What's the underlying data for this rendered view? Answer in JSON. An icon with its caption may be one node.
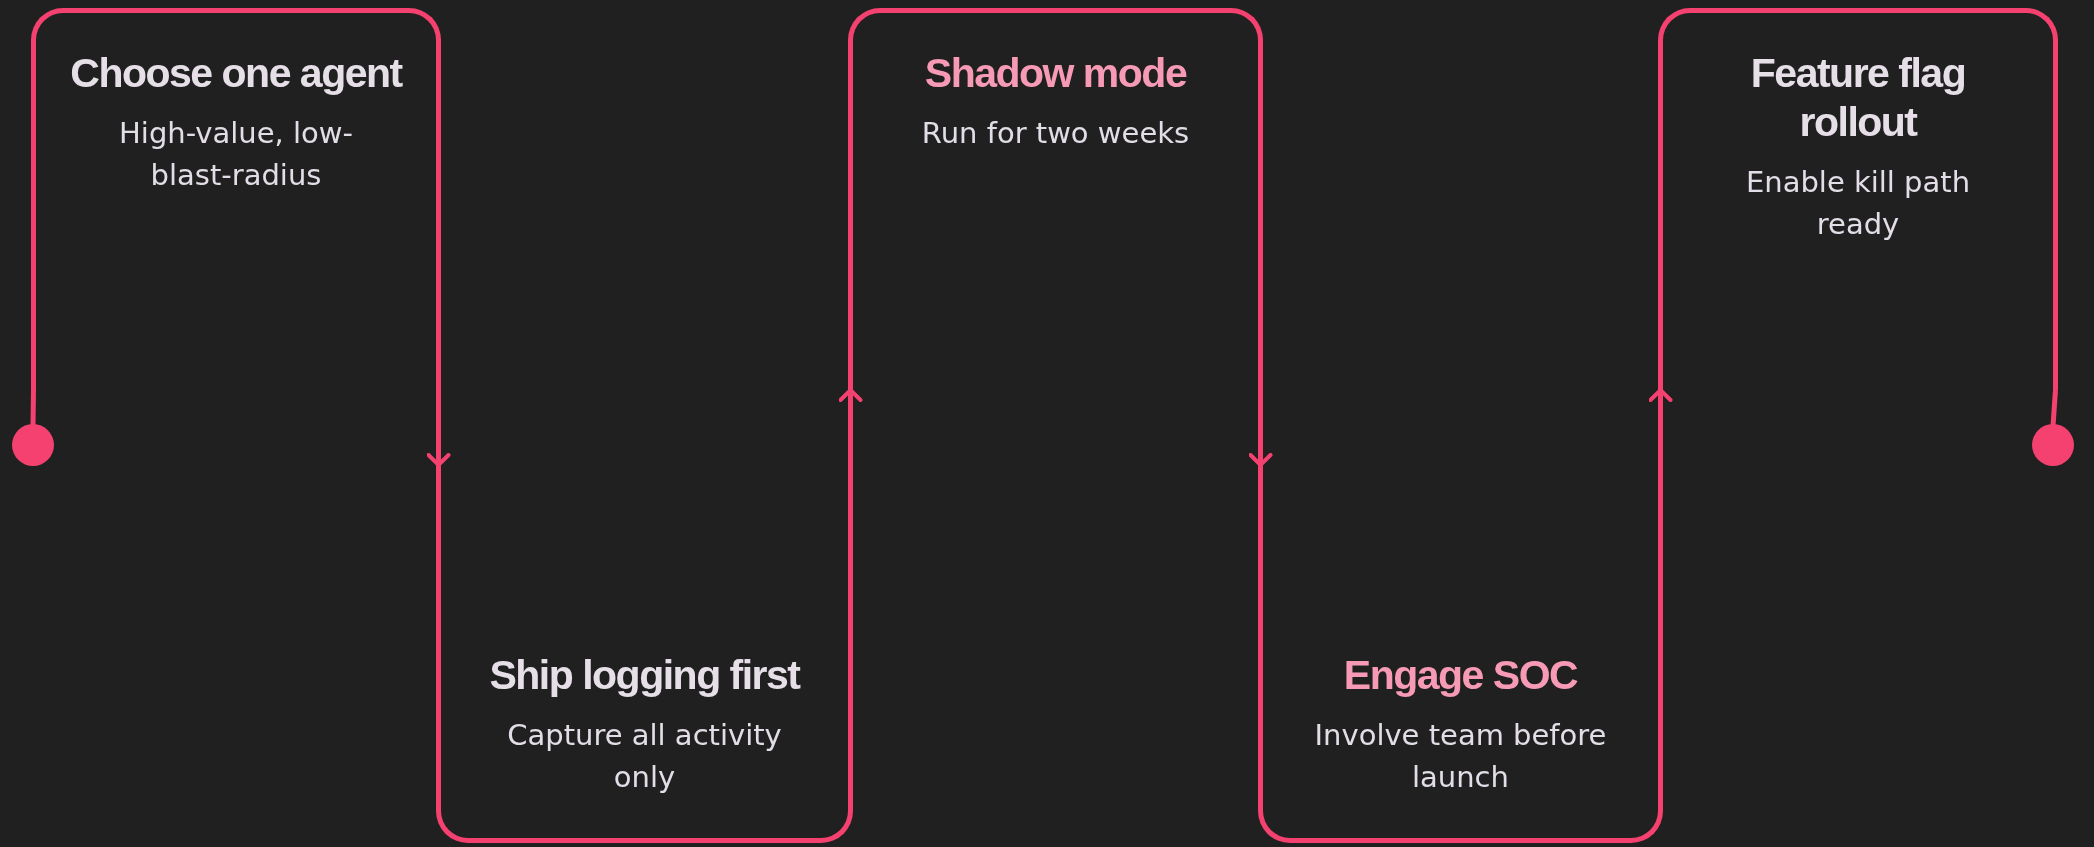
{
  "diagram": {
    "nodes": [
      {
        "text": [],
        "shape": "circle"
      },
      {
        "text": [
          "Choose one agent",
          "High-value, low-blast-radius"
        ]
      },
      {
        "text": [
          "Ship logging first",
          "Capture all activity only"
        ]
      },
      {
        "text": [
          "Shadow mode",
          "Run for two weeks"
        ]
      },
      {
        "text": [
          "Engage SOC",
          "Involve team before launch"
        ]
      },
      {
        "text": [
          "Feature flag rollout",
          "Enable kill path ready"
        ]
      },
      {
        "text": [],
        "shape": "circle"
      }
    ],
    "edges": [
      {
        "from": 0,
        "to": 1,
        "arrow": "none"
      },
      {
        "from": 1,
        "to": 2,
        "arrow": "to"
      },
      {
        "from": 2,
        "to": 3,
        "arrow": "to"
      },
      {
        "from": 3,
        "to": 4,
        "arrow": "to"
      },
      {
        "from": 4,
        "to": 5,
        "arrow": "to"
      },
      {
        "from": 5,
        "to": 6,
        "arrow": "none"
      }
    ]
  }
}
